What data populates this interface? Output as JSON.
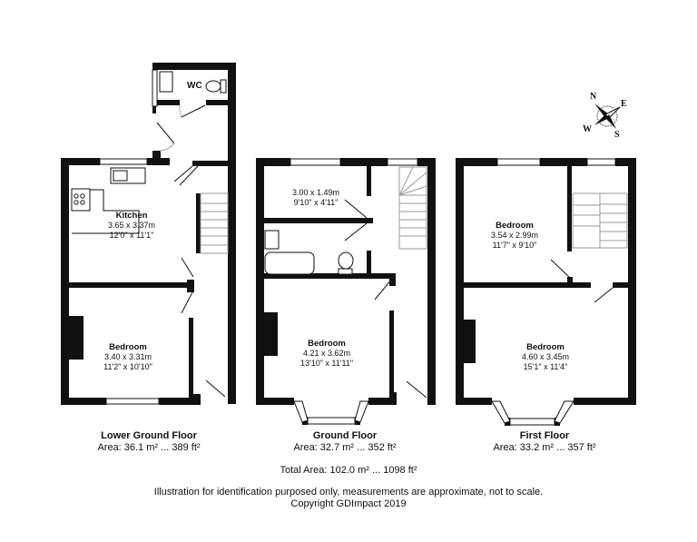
{
  "floors": [
    {
      "name": "Lower Ground Floor",
      "area": "Area: 36.1 m² ... 389 ft²",
      "rooms": [
        {
          "name": "WC",
          "metric": "",
          "imperial": ""
        },
        {
          "name": "Kitchen",
          "metric": "3.65 x 3.37m",
          "imperial": "12'0\" x 11'1\""
        },
        {
          "name": "Bedroom",
          "metric": "3.40 x 3.31m",
          "imperial": "11'2\" x 10'10\""
        }
      ]
    },
    {
      "name": "Ground Floor",
      "area": "Area: 32.7 m² ... 352 ft²",
      "rooms": [
        {
          "name": "",
          "metric": "3.00 x 1.49m",
          "imperial": "9'10\" x 4'11\""
        },
        {
          "name": "Bedroom",
          "metric": "4.21 x 3.62m",
          "imperial": "13'10\" x 11'11\""
        }
      ]
    },
    {
      "name": "First Floor",
      "area": "Area: 33.2 m² ... 357 ft²",
      "rooms": [
        {
          "name": "Bedroom",
          "metric": "3.54 x 2.99m",
          "imperial": "11'7\" x 9'10\""
        },
        {
          "name": "Bedroom",
          "metric": "4.60 x 3.45m",
          "imperial": "15'1\" x 11'4\""
        }
      ]
    }
  ],
  "compass": {
    "n": "N",
    "e": "E",
    "s": "S",
    "w": "W"
  },
  "footer": {
    "total_area": "Total Area: 102.0 m² ... 1098 ft²",
    "disclaimer": "Illustration for identification purposed only, measurements are approximate, not to scale.",
    "copyright": "Copyright GDImpact 2019"
  }
}
